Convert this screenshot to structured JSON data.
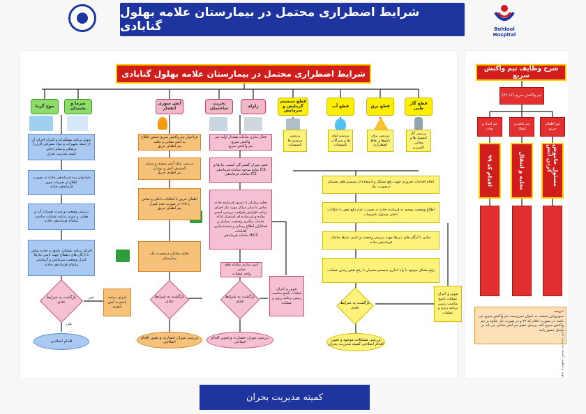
{
  "header": {
    "title": "شرایط اضطراری محتمل در بیمارستان علامه بهلول گنابادی"
  },
  "logo_right": {
    "label": "Bohlool Hospital"
  },
  "footer": {
    "label": "کمیته مدیریت بحران"
  },
  "main_title": "شرایط اضطراری محتمل در بیمارستان علامه بهلول گنابادی",
  "categories": [
    "موج گرما",
    "سرما و یخبندان",
    "آتش سوزی انفجار",
    "تخریب ساختمان",
    "زلزله",
    "قطع سیستم گرمایش و سرمایش",
    "قطع آب",
    "قطع برق",
    "قطع گاز طبی"
  ],
  "col1": {
    "boxes": [
      "تدوین برنامه پیشگیرانه و کنترل اجرای آن از جمله تجهیزات و مواد مصرفی لازم را پزشکی و سایر دخایر",
      "فراخوان رده فرماندهی حادثه در صورت اطلاع از تغییرات جوی",
      "بررسی وضعیت و شدت تغییرات آب و هوایی و تدوین برنامه عملیات مناسب",
      "اجرای برنامه عملیاتی پاسخ به حادثه تماس با ارگان های ذیصلاح جهت تامین نیازها کنترل وضعیت سرمایش و گرمایش"
    ],
    "box_footers": [
      "کمیته مدیریت بحران",
      "فرماندهی حادثه",
      "سامانه فرماندهی حادثه",
      "سامانه فرماندهی حادثه"
    ],
    "decision": "بازگشت به شرایط عادی",
    "yes": "بلی",
    "no": "خیر",
    "end": "اقدام اصلاحی",
    "side_box": "اجرای برنامه پاسخ به آتش سوزی"
  },
  "col2": {
    "boxes": [
      "فراخوان تیم واکنش سریع دستور اطلاع به آتش نشانی و تخلیه",
      "بررسی عمل آتش سوزی و میزان گسترش آتش و نوع آن",
      "اطفای حریق با امکانات داخلی و تماس با ۱۲۵ در صورت عدم کنترل",
      "تخلیه بیماران درصورت نیاز"
    ],
    "box_footers": [
      "تیم اطفای حریق",
      "تیم اطفای حریق",
      "تیم اطفای حریق",
      "بیمارستان"
    ],
    "decision": "بازگشت به شرایط عادی",
    "end": "بررسی میزان خسارت و تعیین اقدام اصلاحی"
  },
  "col3": {
    "boxes": [
      "فعال سازی سامانه هشدار اولیه تیم واکنش سریع",
      "تعیین میزان گستردگی آسیب، نیازها و منابع موجود سامانه فرماندهی ICS",
      "تخلیه بیماران با دستور فرمانده حادثه تماس با سایر مراکز مورد نیاز اجرای برنامه افزایش ظرفیت بررسی ایمنی سازه و غیرسازه ای استقرار ارائه خدمات پیگیری وضعیت بیماران و همکاران اطلاع رسانی و مستندسازی اقدامات",
      "ایمن سازی سامانه های حیاتی"
    ],
    "box_footers": [
      "تیم واکنش سریع",
      "سامانه فرماندهی ICS",
      "سامانه فرماندهی HICS",
      "واحد عملیات"
    ],
    "decision": "بازگشت به شرایط عادی",
    "end": "بررسی میزان خسارت و تعیین اقدام اصلاحی",
    "side_box": "تدوین و اجرای عملیات پاسخ مناسب رئیس برنامه ریزی و عملیات"
  },
  "col4": {
    "small_boxes": [
      "بررسی سیستم ها تاسیسات",
      "بررسی لوله ها و شیرآلات تاسیسات",
      "بررسی برق، تابلوها و نقاط اضطراری",
      "بررسی گاز کپسول ها و مخازن اکسیژن"
    ],
    "boxes": [
      "انجام اقدامات ضروری جهت رفع مشکل و استفاده از سیستم های پشتیبان درصورت نیاز",
      "اطلاع وضعیت موجود به فرمانده حادثه در صورت عدم رفع نقص یا امکانات داخلی مسئول تاسیسات",
      "تماس با ارگان های ذیربط جهت بررسی وضعیت و تامین نیازها سامانه فرماندهی حادثه",
      "رفع مشکل موجود یا راه اندازی سیستم پشتیبان تا رفع نقص رئیس عملیات"
    ],
    "decision": "بازگشت به شرایط عادی",
    "side_box": "تدوین و اجرای عملیات پاسخ مناسب رئیس برنامه ریزی و عملیات",
    "end": "بررسی مشکلات موجود و تعیین اقدام اصلاحی کمیته مدیریت بحران"
  },
  "side": {
    "title": "شرح وظایف تیم واکنش سریع",
    "top_label": "تیم واکنش سریع (کد ۲۲)",
    "branches": [
      "تیم امداد و نجات",
      "تیم تخلیه و انتقال",
      "تیم اطفای حریق"
    ],
    "pillars": [
      "اقدام کد ۹۹",
      "تخلیه و انتقال",
      "مسئول خاموش کردن آتش"
    ],
    "note_title": "توجه:",
    "note_text": "سوپروایزر شیفت به عنوان سرپرست تیم واکنش سریع می باشد. در صورت اعلام کد ۲۲ و در صورت نیاز علاوه بر تیم واکنش سریع کلیه پرسنل عضو تیم آتش نشانی نیز باید در محل حضور یابند."
  },
  "credit": "تهیه و تنظیم: کمیته مدیریت بحران"
}
